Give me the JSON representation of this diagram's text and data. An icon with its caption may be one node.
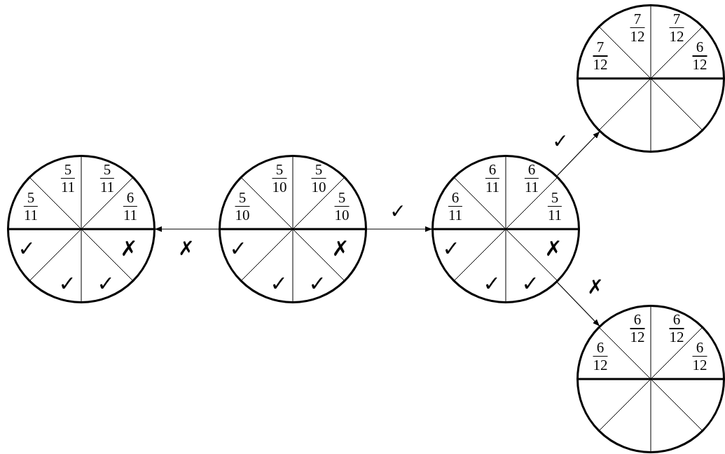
{
  "diagram": {
    "nodes": [
      {
        "text": [
          "5 11",
          "5 11",
          "5 11",
          "6 11",
          "✓",
          "✓",
          "✓",
          "✗"
        ]
      },
      {
        "text": [
          "5 10",
          "5 10",
          "5 10",
          "5 10",
          "✓",
          "✓",
          "✓",
          "✗"
        ]
      },
      {
        "text": [
          "6 11",
          "6 11",
          "6 11",
          "5 11",
          "✓",
          "✓",
          "✓",
          "✗"
        ]
      },
      {
        "text": [
          "7 12",
          "7 12",
          "7 12",
          "6 12"
        ]
      },
      {
        "text": [
          "6 12",
          "6 12",
          "6 12",
          "6 12"
        ]
      }
    ],
    "edges": [
      {
        "from": 1,
        "to": 0,
        "arrow": "to",
        "label": "✗"
      },
      {
        "from": 1,
        "to": 2,
        "arrow": "to",
        "label": "✓"
      },
      {
        "from": 2,
        "to": 3,
        "arrow": "to",
        "label": "✓"
      },
      {
        "from": 2,
        "to": 4,
        "arrow": "to",
        "label": "✗"
      }
    ]
  }
}
